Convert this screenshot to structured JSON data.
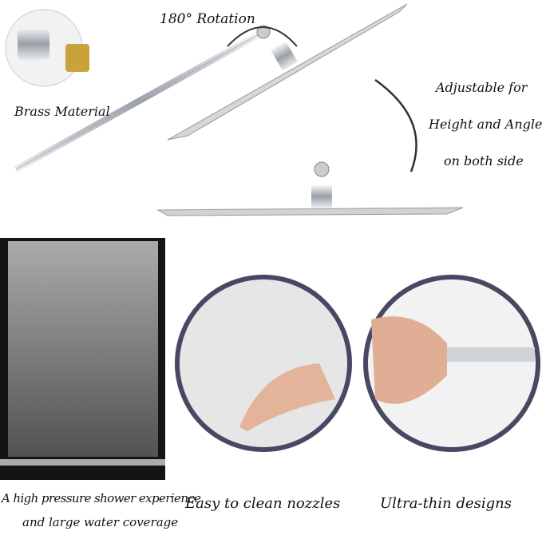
{
  "top": {
    "rotation_label": "180° Rotation",
    "material_label": "Brass Material",
    "adjustable_lines": [
      "Adjustable for",
      "Height and Angle",
      "on both side"
    ]
  },
  "panels": [
    {
      "caption_lines": [
        "A high pressure shower experience",
        "and large water coverage"
      ]
    },
    {
      "caption_lines": [
        "Easy to clean nozzles"
      ]
    },
    {
      "caption_lines": [
        "Ultra-thin designs"
      ]
    }
  ],
  "colors": {
    "circle_border": "#4a4763",
    "chrome": "#c8ccd2",
    "dark_bg": "#141414"
  }
}
